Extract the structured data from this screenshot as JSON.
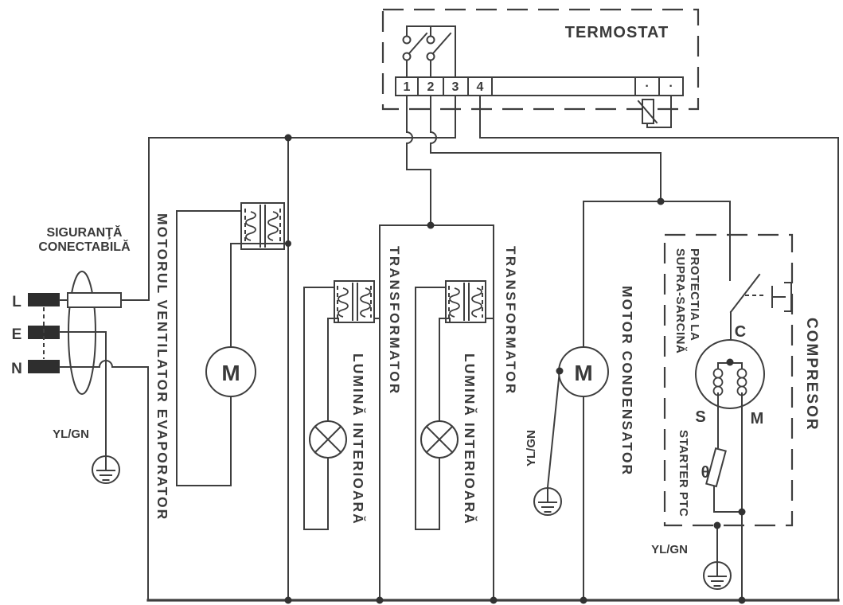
{
  "colors": {
    "line": "#3e3e3e",
    "text": "#3a3a3a",
    "background": "#ffffff"
  },
  "thermostat": {
    "title": "TERMOSTAT",
    "terminals": [
      "1",
      "2",
      "3",
      "4"
    ],
    "aux_terminals": [
      "·",
      "·"
    ]
  },
  "power_input": {
    "title_line1": "SIGURANŢĂ",
    "title_line2": "CONECTABILĂ",
    "pin_l": "L",
    "pin_e": "E",
    "pin_n": "N",
    "earth_label": "YL/GN"
  },
  "evaporator_fan": {
    "label": "MOTORUL VENTILATOR EVAPORATOR",
    "motor_letter": "M"
  },
  "transformer1": {
    "label": "TRANSFORMATOR",
    "lamp_label": "LUMINĂ INTERIOARĂ"
  },
  "transformer2": {
    "label": "TRANSFORMATOR",
    "lamp_label": "LUMINĂ INTERIOARĂ"
  },
  "condenser_motor": {
    "label": "MOTOR CONDENSATOR",
    "motor_letter": "M",
    "earth_label": "YL/GN"
  },
  "compressor": {
    "label": "COMPRESOR",
    "overload_line1": "PROTECTIA LA",
    "overload_line2": "SUPRA-SARCINĂ",
    "common": "C",
    "start": "S",
    "main": "M",
    "theta": "θ",
    "starter_label": "STARTER PTC",
    "earth_label": "YL/GN"
  }
}
